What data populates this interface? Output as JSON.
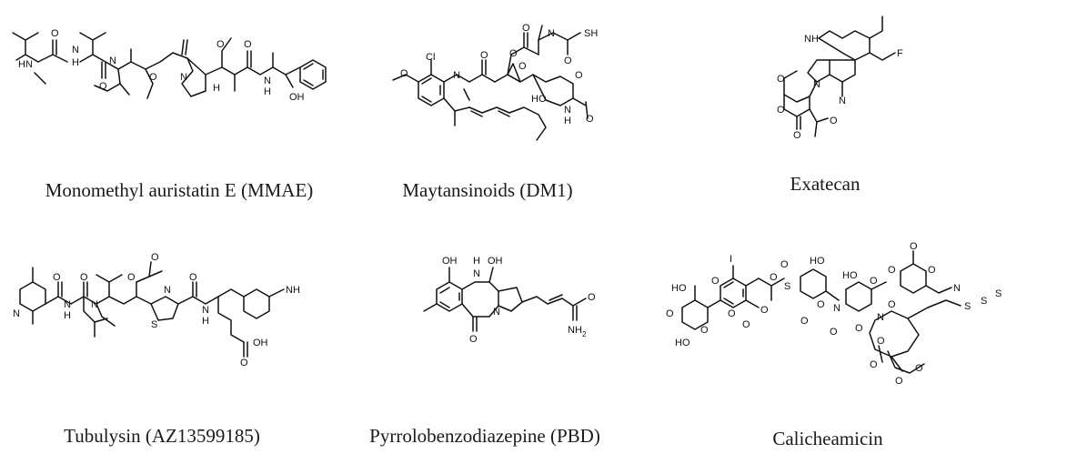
{
  "figure": {
    "compounds": [
      {
        "name": "Monomethyl auristatin E (MMAE)",
        "atoms": [
          "HN",
          "N",
          "H",
          "O",
          "N",
          "O",
          "O",
          "N",
          "O",
          "H",
          "O",
          "N",
          "H",
          "OH"
        ]
      },
      {
        "name": "Maytansinoids (DM1)",
        "atoms": [
          "Cl",
          "O",
          "N",
          "O",
          "O",
          "O",
          "N",
          "SH",
          "O",
          "HO",
          "O",
          "O",
          "N",
          "H",
          "O"
        ]
      },
      {
        "name": "Exatecan",
        "atoms": [
          "NH",
          "F",
          "N",
          "O",
          "N",
          "O",
          "O",
          "O"
        ]
      },
      {
        "name": "Tubulysin (AZ13599185)",
        "atoms": [
          "N",
          "H",
          "N",
          "O",
          "N",
          "O",
          "O",
          "O",
          "S",
          "N",
          "O",
          "N",
          "H",
          "NH",
          "OH",
          "O"
        ]
      },
      {
        "name": "Pyrrolobenzodiazepine (PBD)",
        "atoms": [
          "OH",
          "H",
          "N",
          "OH",
          "N",
          "O",
          "O",
          "NH",
          "2"
        ]
      },
      {
        "name": "Calicheamicin",
        "atoms": [
          "I",
          "HO",
          "O",
          "O",
          "O",
          "O",
          "O",
          "O",
          "S",
          "O",
          "O",
          "N",
          "O",
          "HO",
          "O",
          "O",
          "N",
          "O",
          "O",
          "S",
          "S",
          "S",
          "HO",
          "O",
          "O",
          "O",
          "O",
          "O",
          "O",
          "O",
          "O",
          "N",
          "HO"
        ]
      }
    ]
  }
}
